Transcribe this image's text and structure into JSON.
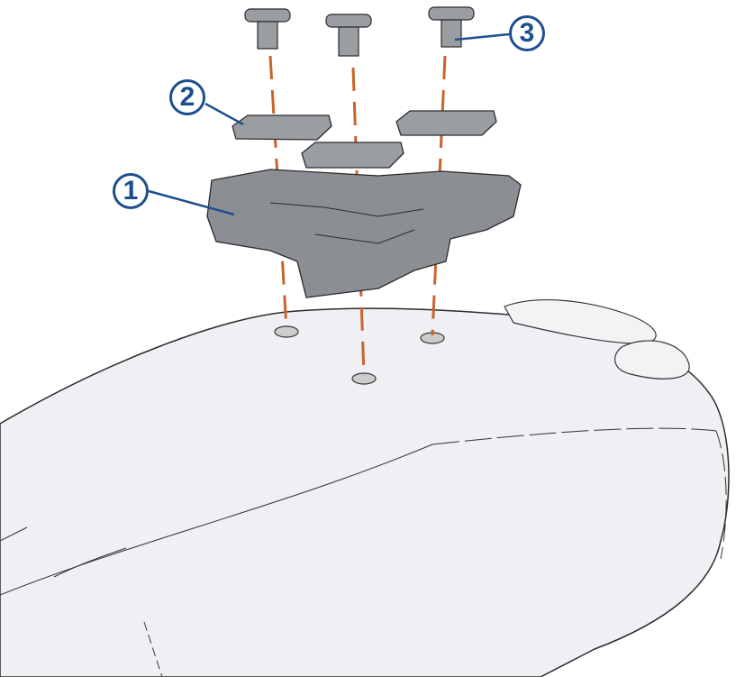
{
  "diagram": {
    "callouts": [
      {
        "number": "1",
        "part": "mount"
      },
      {
        "number": "2",
        "part": "plate"
      },
      {
        "number": "3",
        "part": "screw"
      }
    ],
    "colors": {
      "callout": "#1d4f8f",
      "guide_line": "#c8652a",
      "mount": "#8b8e93",
      "body": "#eef0f4"
    }
  }
}
